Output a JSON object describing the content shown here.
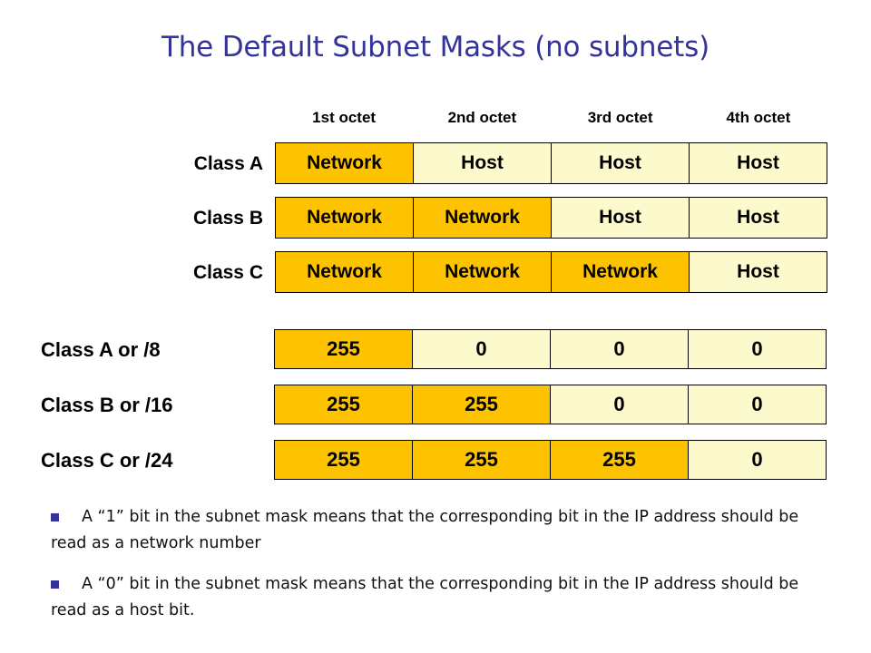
{
  "slide": {
    "title": "The Default Subnet Masks (no subnets)",
    "background_color": "#ffffff",
    "title_color": "#333399",
    "network_color": "#fdc300",
    "host_color": "#fcfacc",
    "bullet_color": "#3333a0"
  },
  "octet_headers": [
    "1st octet",
    "2nd octet",
    "3rd octet",
    "4th octet"
  ],
  "class_rows": [
    {
      "label": "Class A",
      "cells": [
        {
          "text": "Network",
          "kind": "network"
        },
        {
          "text": "Host",
          "kind": "host"
        },
        {
          "text": "Host",
          "kind": "host"
        },
        {
          "text": "Host",
          "kind": "host"
        }
      ]
    },
    {
      "label": "Class B",
      "cells": [
        {
          "text": "Network",
          "kind": "network"
        },
        {
          "text": "Network",
          "kind": "network"
        },
        {
          "text": "Host",
          "kind": "host"
        },
        {
          "text": "Host",
          "kind": "host"
        }
      ]
    },
    {
      "label": "Class C",
      "cells": [
        {
          "text": "Network",
          "kind": "network"
        },
        {
          "text": "Network",
          "kind": "network"
        },
        {
          "text": "Network",
          "kind": "network"
        },
        {
          "text": "Host",
          "kind": "host"
        }
      ]
    }
  ],
  "mask_rows": [
    {
      "label": "Class A or /8",
      "cells": [
        {
          "text": "255",
          "kind": "network"
        },
        {
          "text": "0",
          "kind": "host"
        },
        {
          "text": "0",
          "kind": "host"
        },
        {
          "text": "0",
          "kind": "host"
        }
      ]
    },
    {
      "label": "Class B or /16",
      "cells": [
        {
          "text": "255",
          "kind": "network"
        },
        {
          "text": "255",
          "kind": "network"
        },
        {
          "text": "0",
          "kind": "host"
        },
        {
          "text": "0",
          "kind": "host"
        }
      ]
    },
    {
      "label": "Class C or /24",
      "cells": [
        {
          "text": "255",
          "kind": "network"
        },
        {
          "text": "255",
          "kind": "network"
        },
        {
          "text": "255",
          "kind": "network"
        },
        {
          "text": "0",
          "kind": "host"
        }
      ]
    }
  ],
  "bullets": [
    "A “1” bit in the subnet mask means that the corresponding bit in the IP address should be read as a network number",
    "A “0” bit in the subnet mask means that the corresponding bit in the IP address should be read as a host bit."
  ]
}
